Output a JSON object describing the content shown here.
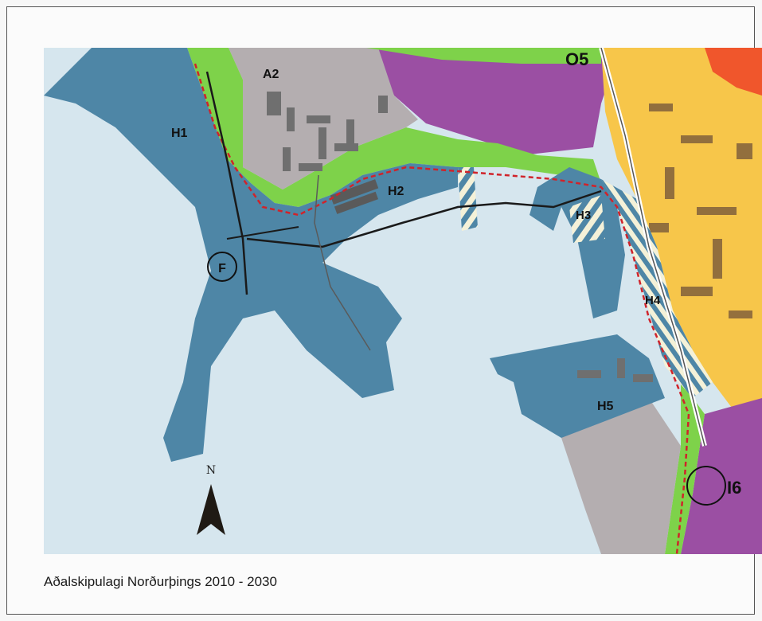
{
  "caption": "Aðalskipulagi Norðurþings 2010 - 2030",
  "north_label": "N",
  "zones": {
    "h1": "H1",
    "h2": "H2",
    "h3": "H3",
    "h4": "H4",
    "h5": "H5",
    "a2": "A2",
    "o5": "O5",
    "i6": "I6",
    "f": "F"
  },
  "colors": {
    "water": "#d6e6ee",
    "harbor": "#4e86a6",
    "green": "#7ed24a",
    "residential": "#9b4fa3",
    "center": "#f7c64a",
    "industry": "#b4aeb0",
    "commercial": "#f0562c",
    "boundary": "#d0232a"
  }
}
